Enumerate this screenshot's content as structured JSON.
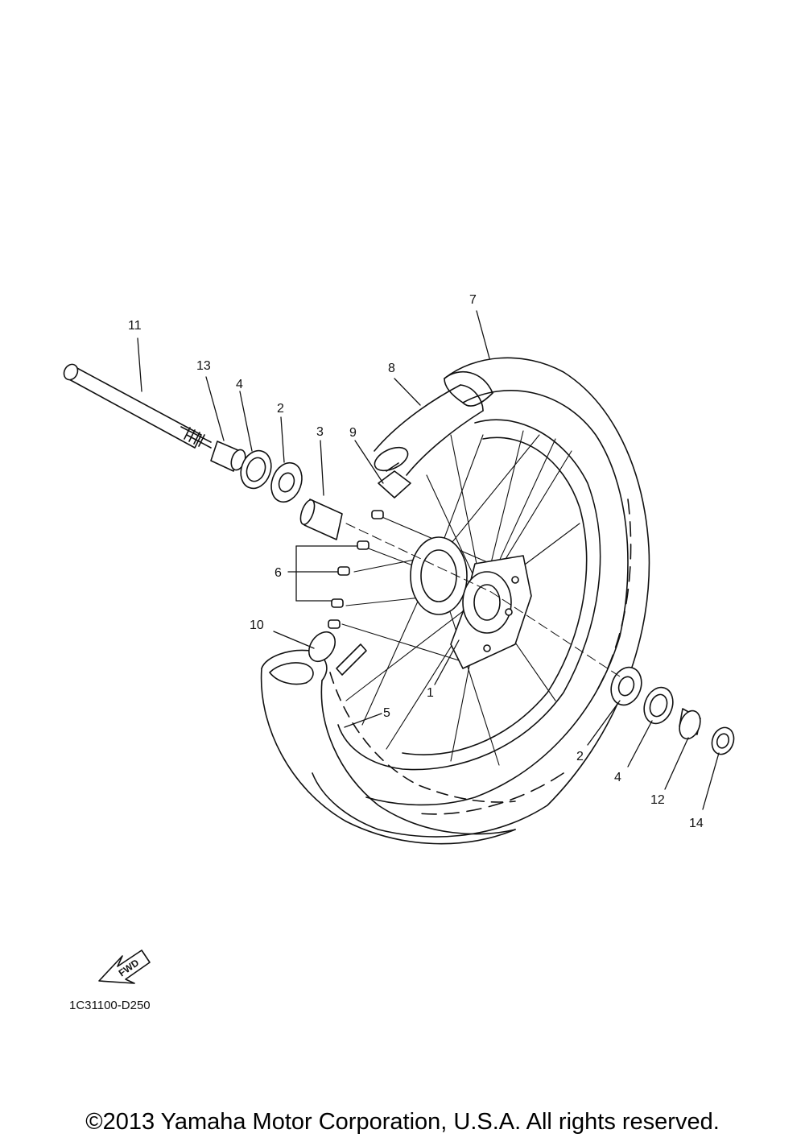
{
  "diagram": {
    "callouts": {
      "c1": "1",
      "c2a": "2",
      "c2b": "2",
      "c3": "3",
      "c4a": "4",
      "c4b": "4",
      "c5": "5",
      "c6": "6",
      "c7": "7",
      "c8": "8",
      "c9": "9",
      "c10": "10",
      "c11": "11",
      "c12": "12",
      "c13": "13",
      "c14": "14"
    },
    "fwd_label": "FWD",
    "part_code": "1C31100-D250"
  },
  "footer": {
    "copyright": "©2013 Yamaha Motor Corporation, U.S.A. All rights reserved."
  },
  "colors": {
    "line": "#111111",
    "background": "#ffffff"
  }
}
